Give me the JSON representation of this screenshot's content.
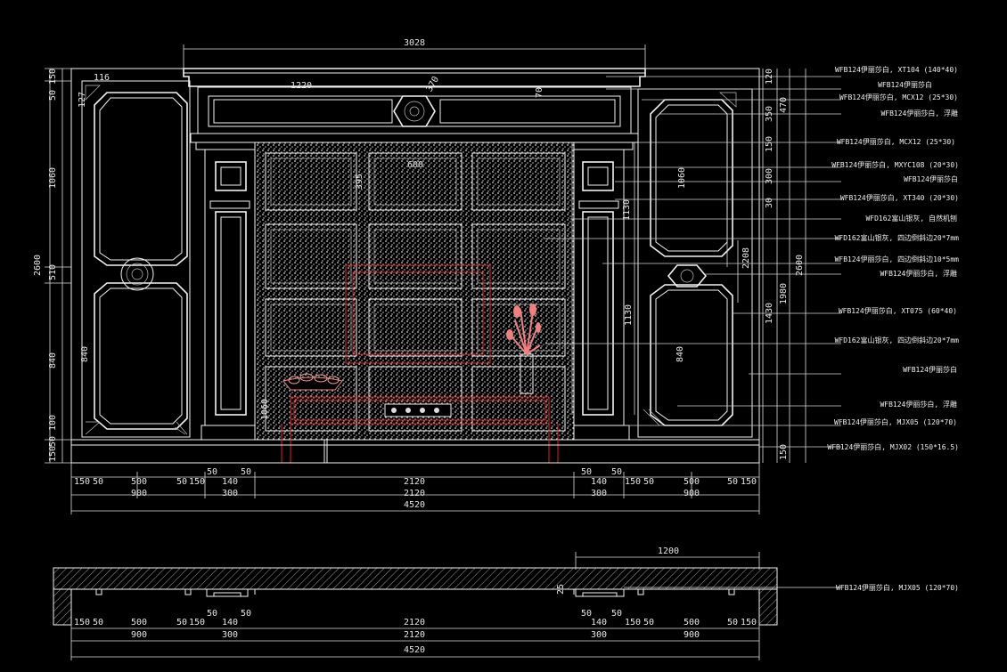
{
  "drawing": {
    "top_overall_dim": "3028",
    "top_annotations": [
      "116",
      "127",
      "1220",
      "370",
      "70",
      "600"
    ],
    "left_vertical_dims": [
      "50 150",
      "1060",
      "2600",
      "510",
      "1060",
      "840",
      "150",
      "50 100"
    ],
    "right_vertical_dims": [
      "120",
      "350",
      "470",
      "150",
      "300",
      "30",
      "1060",
      "2208",
      "2600",
      "1980",
      "1430",
      "840",
      "1130",
      "150"
    ],
    "inner_dims": [
      "1060",
      "395",
      "1130",
      "840"
    ],
    "elevation_row1": [
      "150",
      "50",
      "500",
      "50",
      "150",
      "50",
      "140",
      "50",
      "2120",
      "50",
      "140",
      "50",
      "150",
      "50",
      "500",
      "50",
      "150"
    ],
    "elevation_row2": [
      "900",
      "300",
      "2120",
      "300",
      "900"
    ],
    "elevation_total": "4520",
    "plan_row1": [
      "150",
      "50",
      "500",
      "50",
      "150",
      "50",
      "140",
      "50",
      "2120",
      "50",
      "140",
      "50",
      "150",
      "50",
      "500",
      "50",
      "150"
    ],
    "plan_row2": [
      "900",
      "300",
      "2120",
      "300",
      "900"
    ],
    "plan_total": "4520",
    "plan_top_dim": "1200",
    "plan_side_dim": "25",
    "callouts": [
      "WFB124伊丽莎白, XT104 (140*40)",
      "WFB124伊丽莎白",
      "WFB124伊丽莎白, MCX12 (25*30)",
      "WFB124伊丽莎白, 浮雕",
      "WFB124伊丽莎白, MCX12 (25*30)",
      "WFB124伊丽莎白, MXYC108 (20*30)",
      "WFB124伊丽莎白",
      "WFB124伊丽莎白, XT340 (20*30)",
      "WFD162富山银灰, 自然机刨",
      "WFD162富山银灰, 四边倒斜边20*7mm",
      "WFB124伊丽莎白, 四边倒斜边10*5mm",
      "WFB124伊丽莎白, 浮雕",
      "WFB124伊丽莎白, XT075 (60*40)",
      "WFD162富山银灰, 四边倒斜边20*7mm",
      "WFB124伊丽莎白",
      "WFB124伊丽莎白, 浮雕",
      "WFB124伊丽莎白, MJX05 (120*70)",
      "WFB124伊丽莎白, MJX02 (150*16.5)"
    ],
    "plan_callout": "WFB124伊丽莎白, MJX05 (120*70)",
    "colors": {
      "background": "#000000",
      "lines": "#f2f2f2",
      "furniture": "#e02020",
      "plant": "#f08080"
    }
  }
}
